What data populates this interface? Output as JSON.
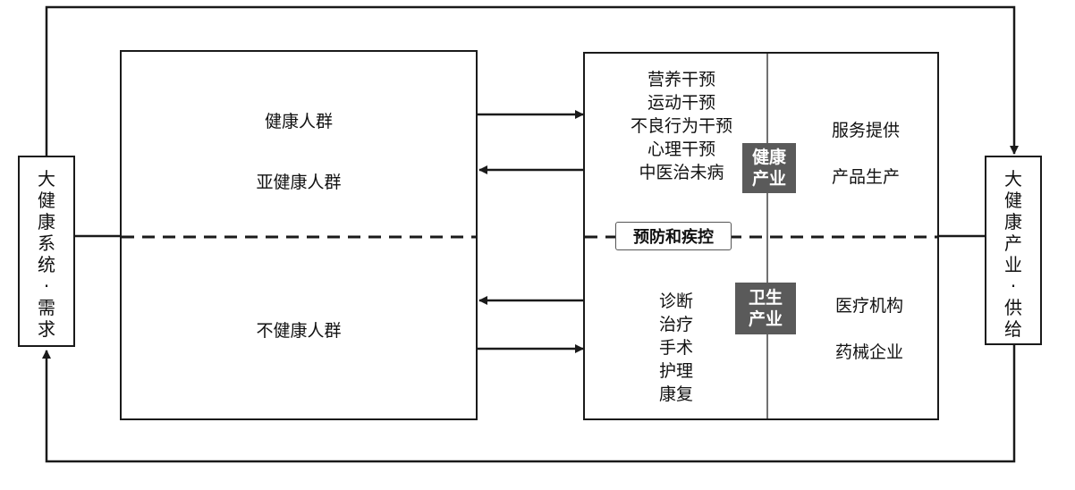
{
  "demand_side": {
    "chars": [
      "大",
      "健",
      "康",
      "系",
      "统",
      "·",
      "需",
      "求"
    ]
  },
  "supply_side": {
    "chars": [
      "大",
      "健",
      "康",
      "产",
      "业",
      "·",
      "供",
      "给"
    ]
  },
  "population": {
    "healthy": "健康人群",
    "sub_healthy": "亚健康人群",
    "unhealthy": "不健康人群"
  },
  "health_industry": {
    "interventions": [
      "营养干预",
      "运动干预",
      "不良行为干预",
      "心理干预",
      "中医治未病"
    ],
    "badge": [
      "健康",
      "产业"
    ],
    "services": [
      "服务提供",
      "产品生产"
    ]
  },
  "prevention_label": "预防和疾控",
  "medical_industry": {
    "treatments": [
      "诊断",
      "治疗",
      "手术",
      "护理",
      "康复"
    ],
    "badge": [
      "卫生",
      "产业"
    ],
    "providers": [
      "医疗机构",
      "药械企业"
    ]
  },
  "colors": {
    "line": "#1a1a1a",
    "badge": "#5a5a5a"
  }
}
